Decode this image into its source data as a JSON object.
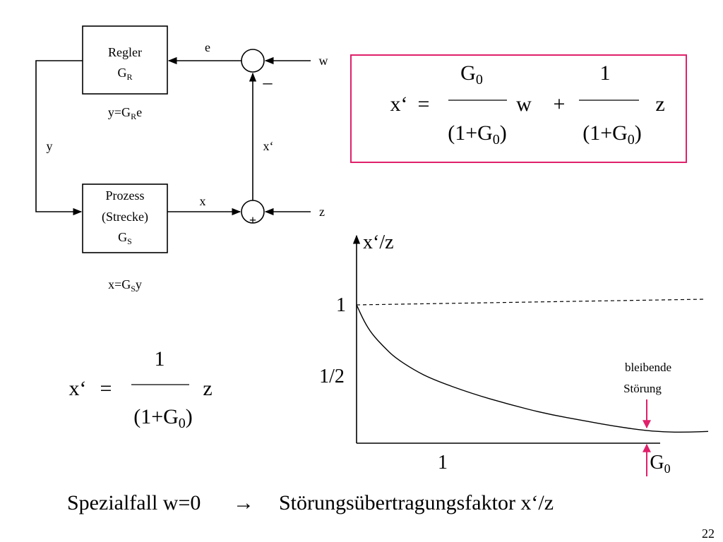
{
  "block_diagram": {
    "controller": {
      "line1": "Regler",
      "line2_main": "G",
      "line2_sub": "R"
    },
    "controller_eq": {
      "lhs": "y=G",
      "sub": "R",
      "rhs": "e"
    },
    "process": {
      "line1": "Prozess",
      "line2": "(Strecke)",
      "line3_main": "G",
      "line3_sub": "S"
    },
    "process_eq": {
      "lhs": "x=G",
      "sub": "S",
      "rhs": "y"
    },
    "signals": {
      "e": "e",
      "w": "w",
      "y": "y",
      "x_prime": "x‘",
      "x": "x",
      "z": "z"
    },
    "minus_sign": "–",
    "plus_sign": "+"
  },
  "formula_box": {
    "lhs": "x‘",
    "eq": "=",
    "num1_main": "G",
    "num1_sub": "0",
    "den1": "(1+G",
    "den1_sub": "0",
    "den1_close": ")",
    "var1": "w",
    "plus": "+",
    "num2": "1",
    "den2": "(1+G",
    "den2_sub": "0",
    "den2_close": ")",
    "var2": "z",
    "border_color": "#e0206a"
  },
  "formula_special": {
    "lhs": "x‘",
    "eq": "=",
    "num": "1",
    "den": "(1+G",
    "den_sub": "0",
    "den_close": ")",
    "var": "z"
  },
  "chart_data": {
    "type": "line",
    "ylabel": "x‘/z",
    "xlabel_main": "G",
    "xlabel_sub": "0",
    "yticks": [
      "1",
      "1/2"
    ],
    "xticks": [
      "1"
    ],
    "reference_line": {
      "y": 1,
      "style": "dashed"
    },
    "annotation": {
      "line1": "bleibende",
      "line2": "Störung",
      "arrow_color": "#e0206a"
    },
    "series": [
      {
        "x": [
          0,
          0.1,
          0.2,
          0.35,
          0.5,
          0.75,
          1.0,
          1.5,
          2.0,
          2.5,
          3.0,
          3.4,
          3.8,
          4.1,
          4.35,
          4.6
        ],
        "y": [
          1.0,
          0.88,
          0.79,
          0.7,
          0.62,
          0.53,
          0.46,
          0.36,
          0.28,
          0.21,
          0.16,
          0.12,
          0.09,
          0.08,
          0.08,
          0.085
        ]
      }
    ],
    "xlim": [
      0,
      4.6
    ],
    "ylim": [
      0,
      1.0
    ]
  },
  "caption": {
    "left": "Spezialfall w=0",
    "arrow": "→",
    "right": "Störungsübertragungsfaktor x‘/z"
  },
  "page_number": "22"
}
